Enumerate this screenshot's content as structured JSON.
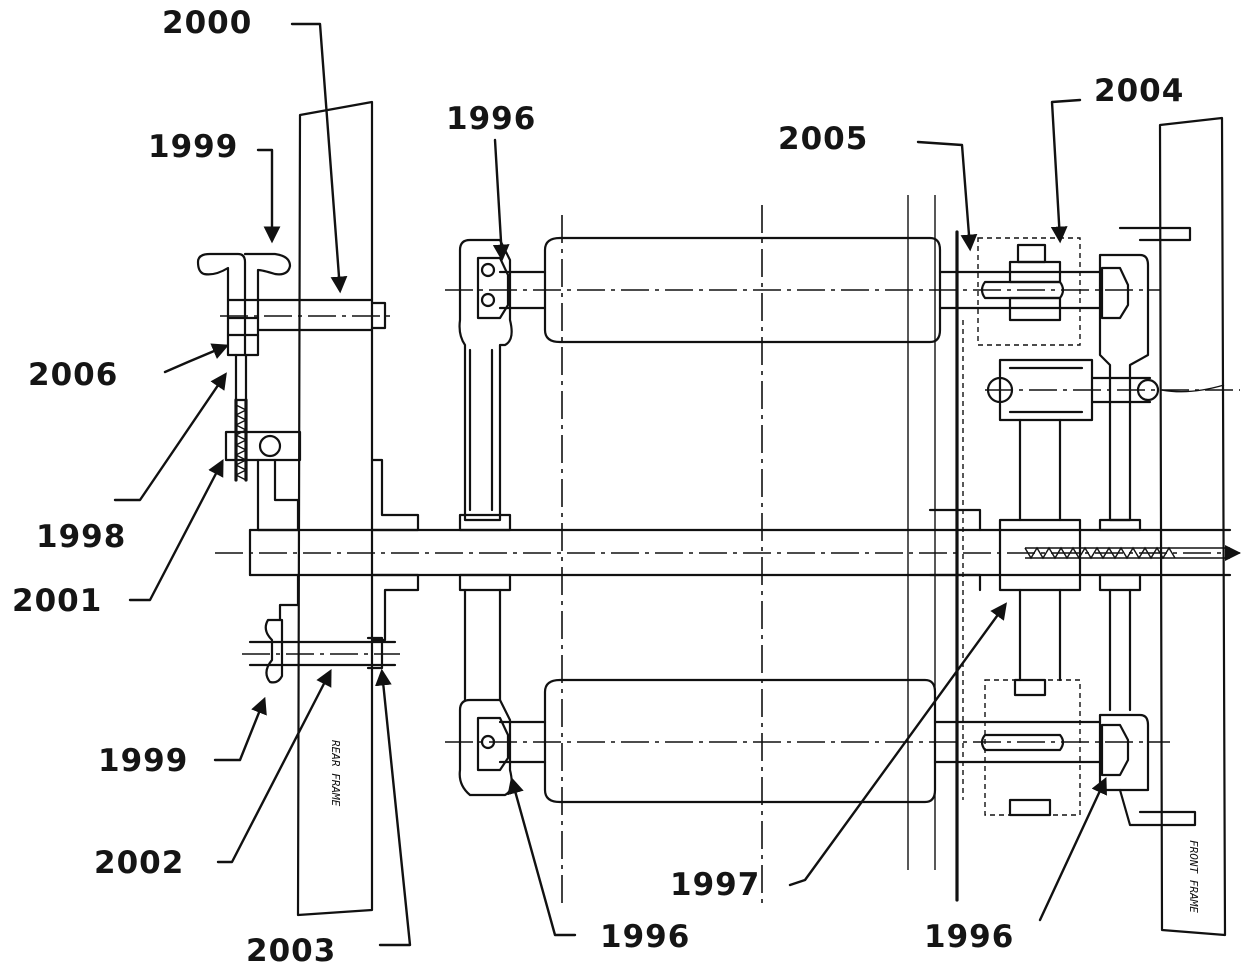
{
  "labels": {
    "l2000": "2000",
    "l1999_top": "1999",
    "l1996_top": "1996",
    "l2005": "2005",
    "l2004": "2004",
    "l2006": "2006",
    "l1998": "1998",
    "l2001": "2001",
    "l1999_bottom": "1999",
    "l2002": "2002",
    "l2003": "2003",
    "l1997": "1997",
    "l1996_bottom_left": "1996",
    "l1996_bottom_right": "1996"
  },
  "frame_notes": {
    "rear": "REAR FRAME",
    "front": "FRONT FRAME"
  }
}
